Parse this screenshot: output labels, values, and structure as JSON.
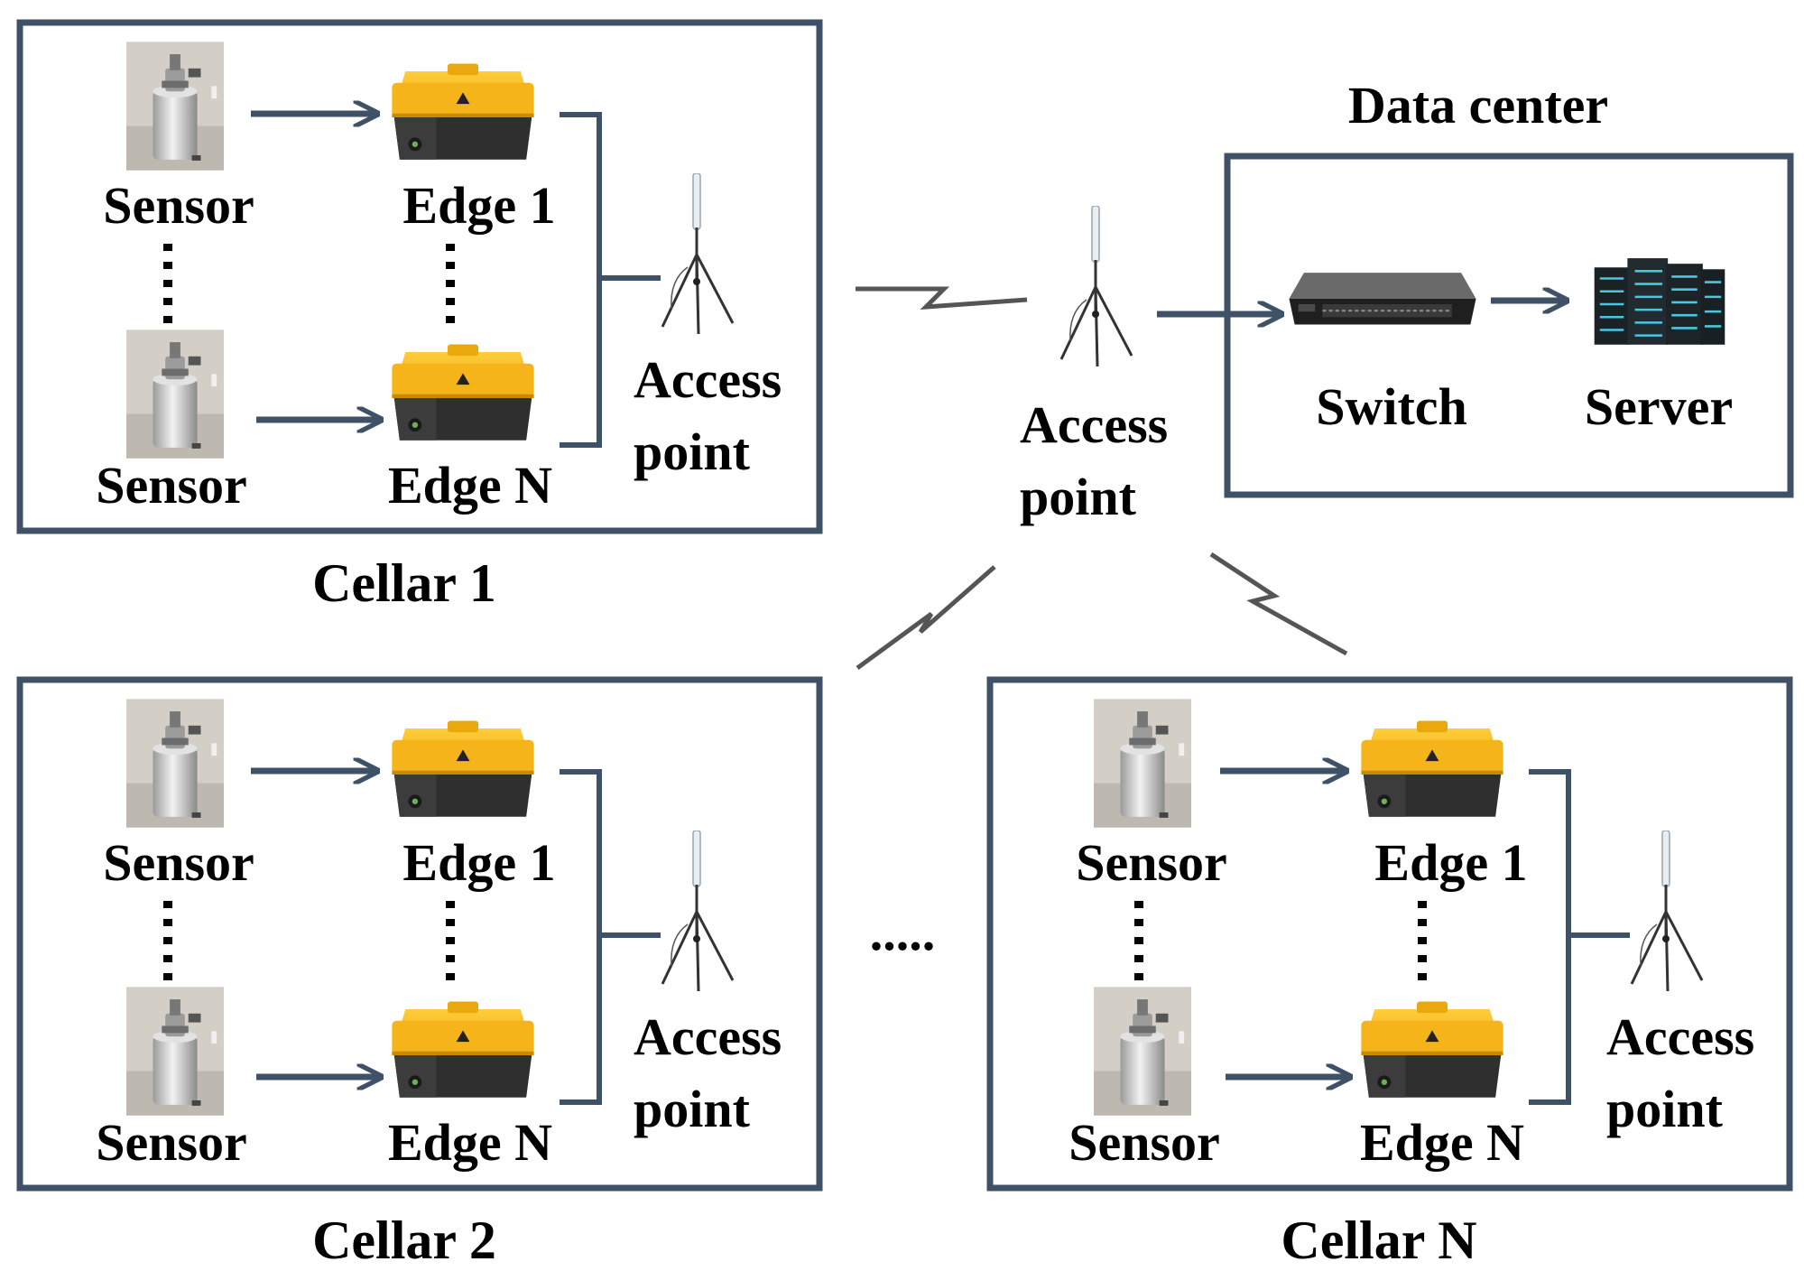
{
  "colors": {
    "border": "#3f5166",
    "arrow": "#3f5166",
    "edge_yellow": "#f2b215",
    "edge_dark": "#2b2b2b",
    "sensor_bg": "#cfcac2",
    "text": "#000000"
  },
  "labels": {
    "sensor": "Sensor",
    "edge_1": "Edge 1",
    "edge_n": "Edge N",
    "access": "Access",
    "point": "point",
    "switch": "Switch",
    "server": "Server",
    "data_center": "Data center",
    "ellipsis": "....."
  },
  "cellars": [
    {
      "name": "Cellar 1"
    },
    {
      "name": "Cellar 2"
    },
    {
      "name": "Cellar N"
    }
  ],
  "icons": {
    "sensor": "sensor-icon",
    "edge": "edge-device-icon",
    "antenna": "antenna-icon",
    "switch": "network-switch-icon",
    "server": "server-rack-icon",
    "wireless": "wireless-link-icon"
  }
}
